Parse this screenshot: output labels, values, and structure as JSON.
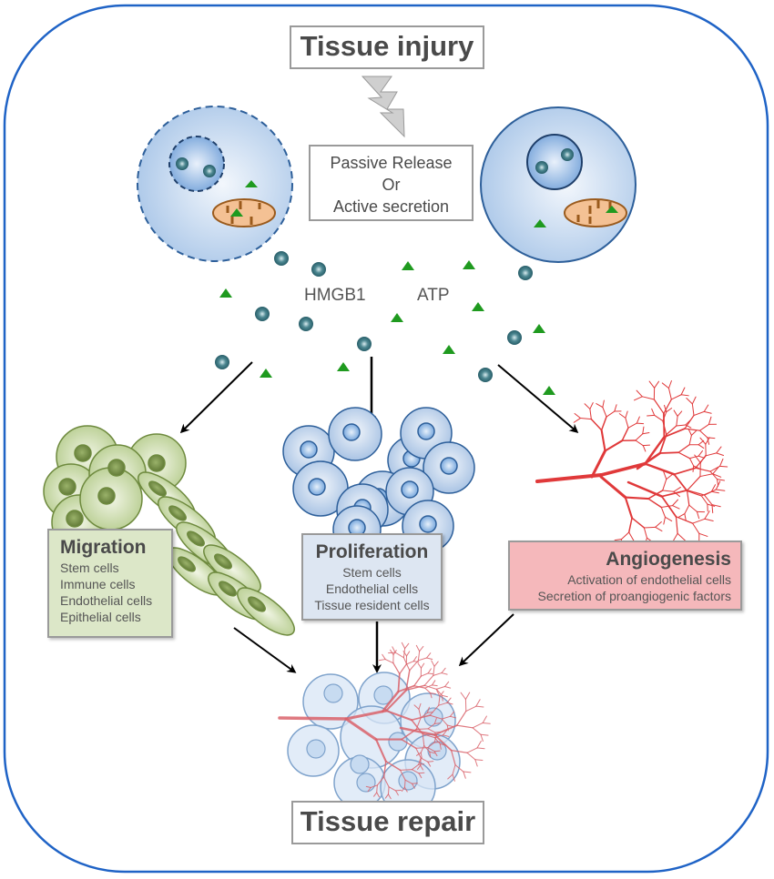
{
  "title": "Tissue injury",
  "release_mode": {
    "lines": [
      "Passive Release",
      "Or",
      "Active secretion"
    ]
  },
  "molecules": {
    "hmgb1_label": "HMGB1",
    "atp_label": "ATP"
  },
  "processes": [
    {
      "name": "Migration",
      "items": [
        "Stem cells",
        "Immune cells",
        "Endothelial cells",
        "Epithelial cells"
      ],
      "color": "#dce7c8"
    },
    {
      "name": "Proliferation",
      "items": [
        "Stem cells",
        "Endothelial cells",
        "Tissue resident cells"
      ],
      "color": "#dde6f2"
    },
    {
      "name": "Angiogenesis",
      "items": [
        "Activation of endothelial cells",
        "Secretion of proangiogenic factors"
      ],
      "color": "#f5b8bb"
    }
  ],
  "outcome": "Tissue repair",
  "colors": {
    "frame": "#1f63c6",
    "hmgb1": "#2f6b78",
    "atp": "#1f9a1f",
    "cell_blue": "#a9c6e8",
    "cell_green": "#b9cf93",
    "vessel_red": "#e0393a",
    "mitochondrion": "#f4c194"
  }
}
